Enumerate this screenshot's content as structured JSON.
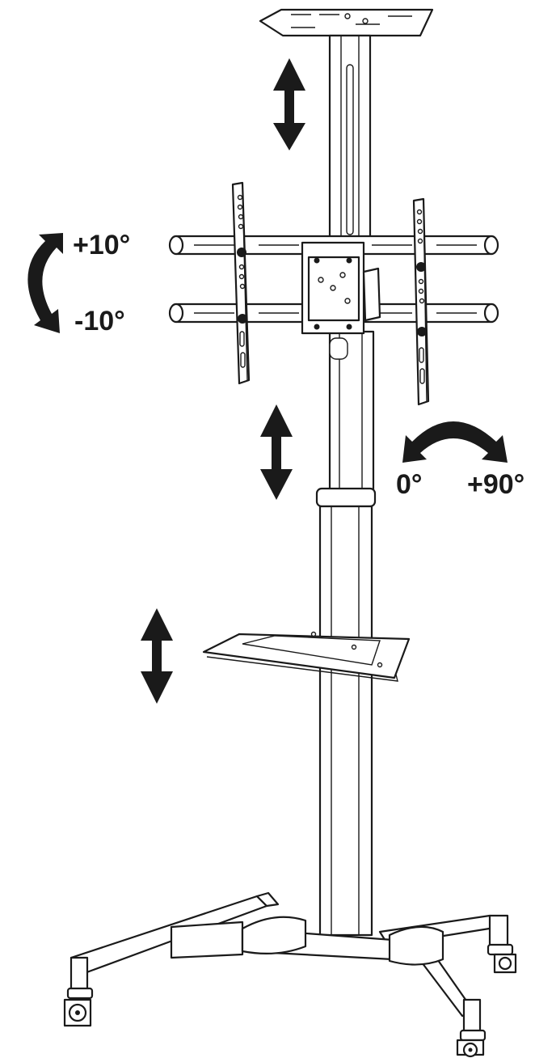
{
  "tilt": {
    "plus_label": "+10°",
    "minus_label": "-10°"
  },
  "rotation": {
    "start_label": "0°",
    "end_label": "+90°"
  },
  "colors": {
    "line": "#1a1a1a",
    "fill": "#ffffff",
    "shade": "#e6e6e6"
  },
  "icons": {
    "tilt_arrow": "curved-double-arrow",
    "rotation_arrow": "curved-double-arrow",
    "height_arrow": "vertical-double-arrow"
  }
}
